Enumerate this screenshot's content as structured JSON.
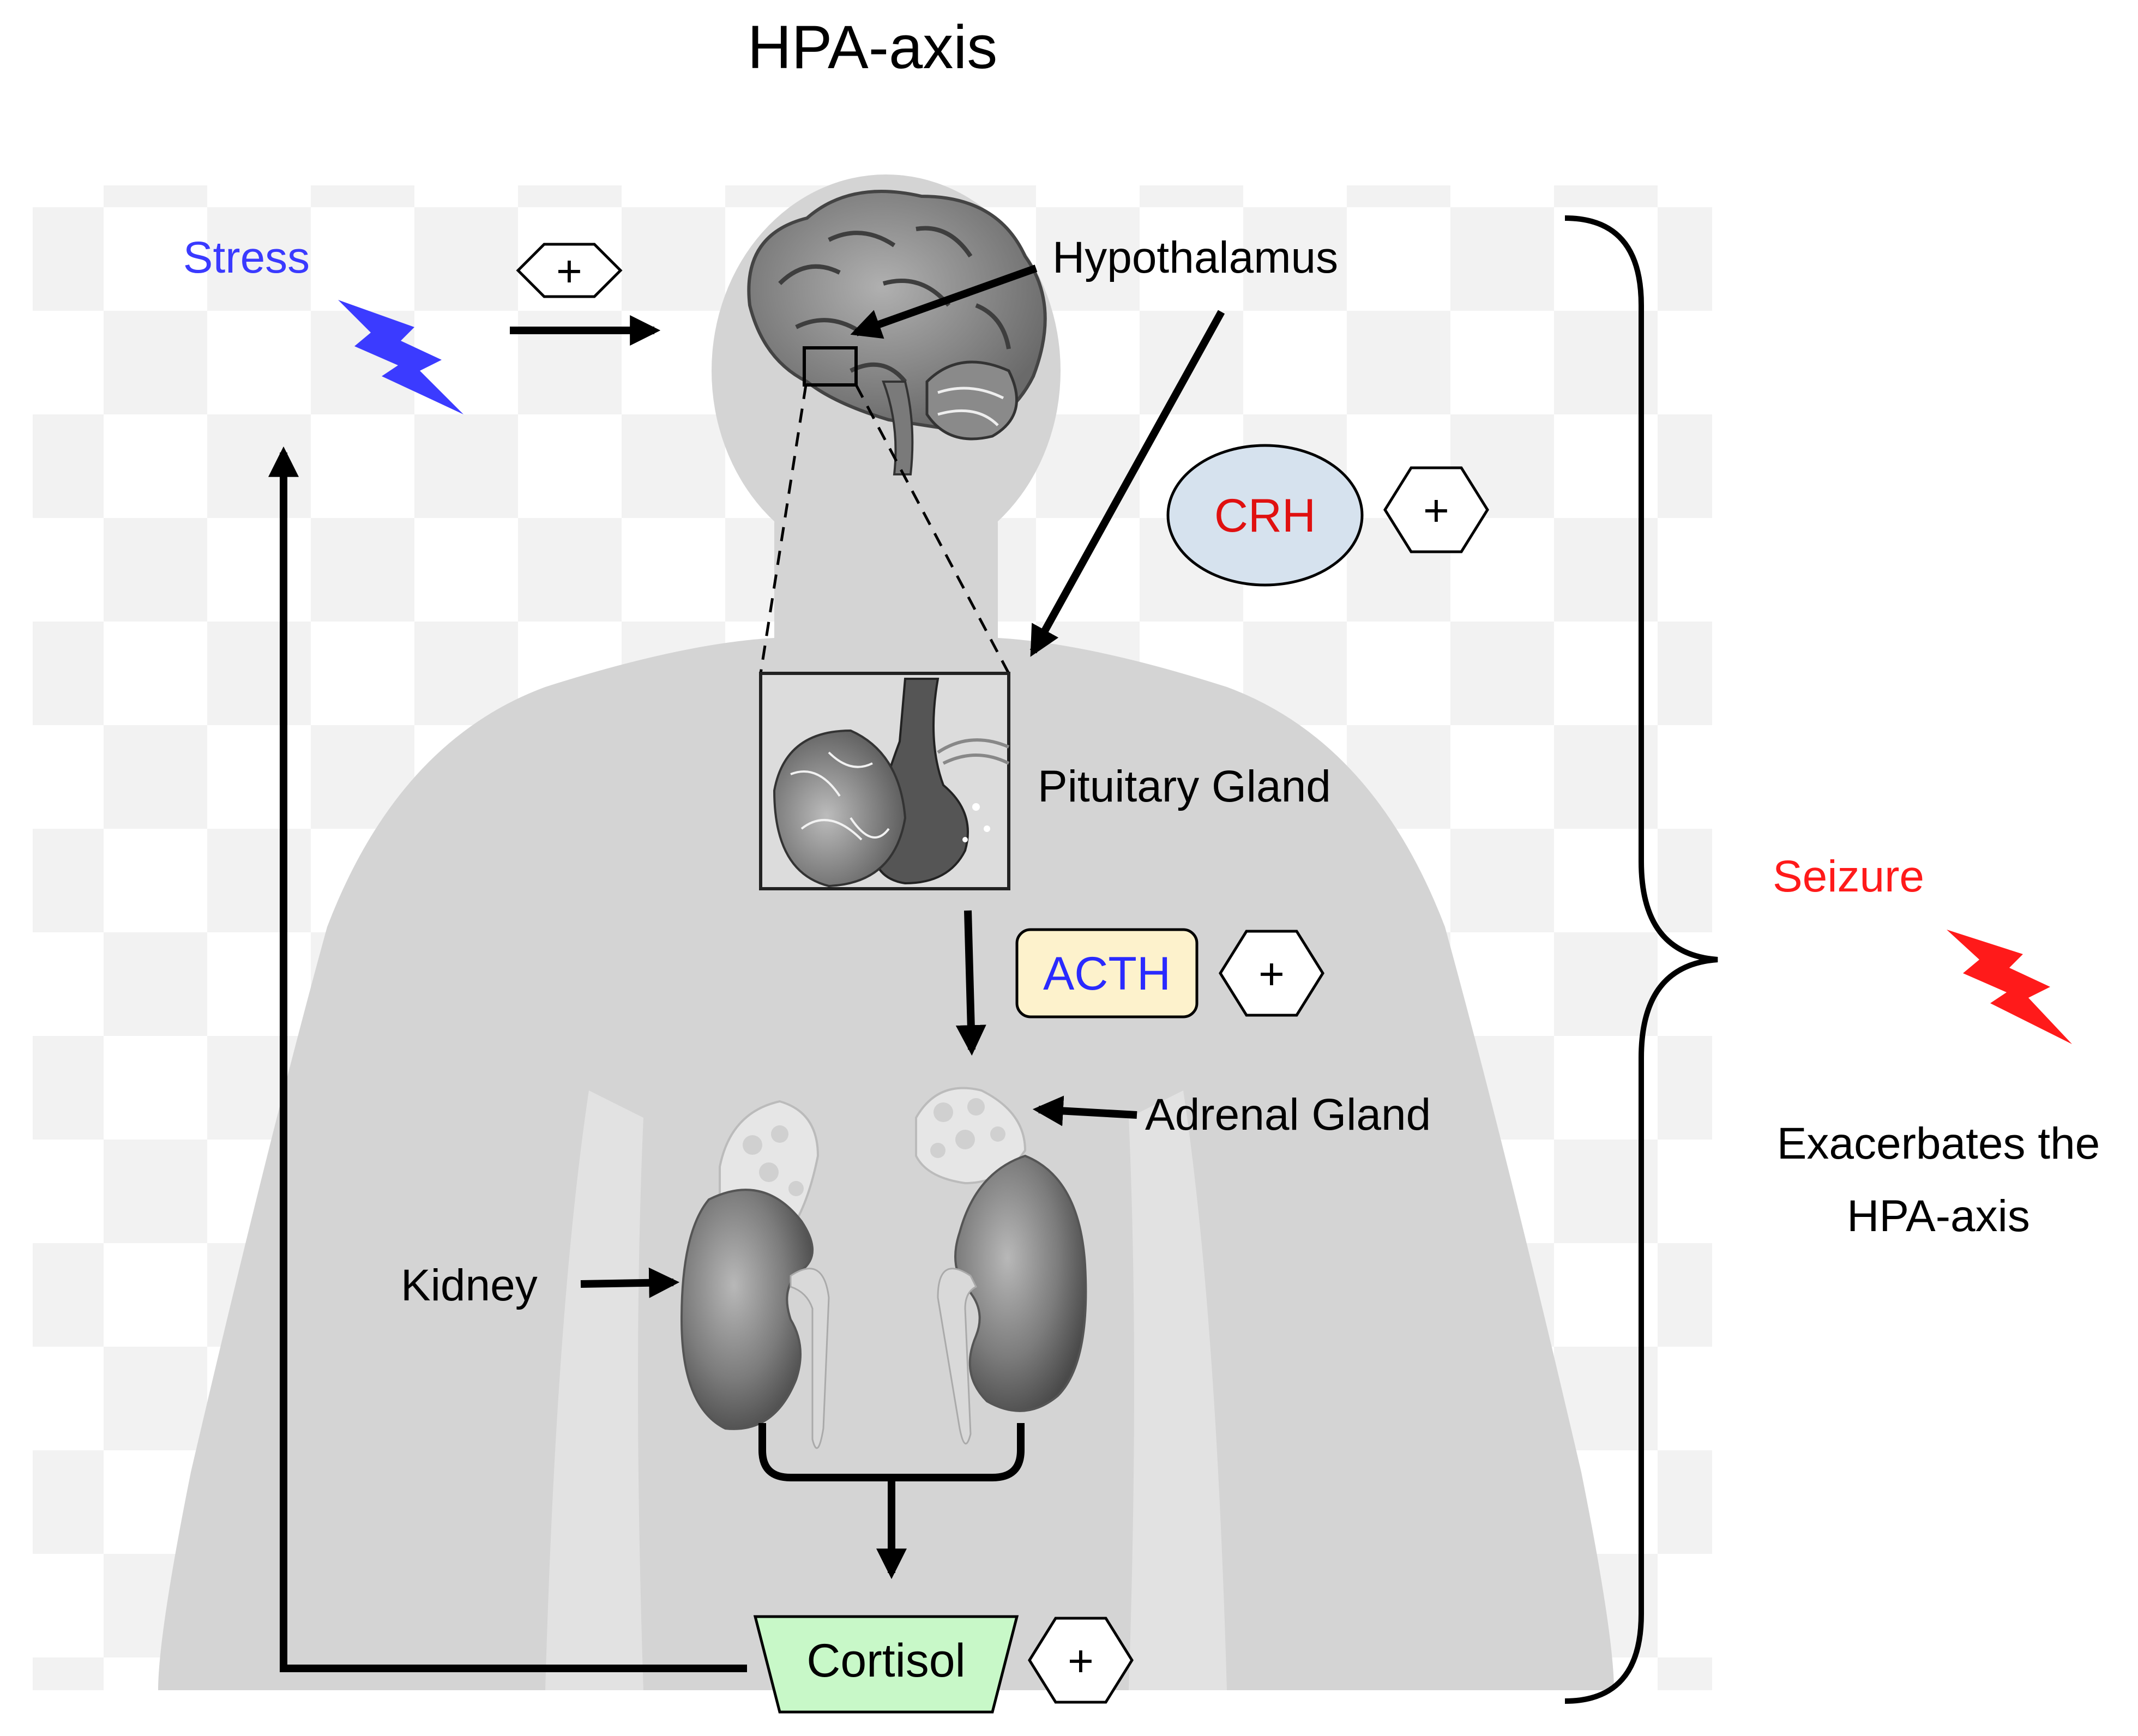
{
  "title": "HPA-axis",
  "labels": {
    "stress": "Stress",
    "hypothalamus": "Hypothalamus",
    "pituitary": "Pituitary Gland",
    "adrenal": "Adrenal Gland",
    "kidney": "Kidney",
    "seizure": "Seizure",
    "exacerbates_line1": "Exacerbates the",
    "exacerbates_line2": "HPA-axis"
  },
  "hormones": {
    "crh": "CRH",
    "acth": "ACTH",
    "cortisol": "Cortisol"
  },
  "plus_sign": "+",
  "colors": {
    "stress_text": "#3a3aff",
    "stress_bolt": "#3b3bff",
    "seizure_text": "#ff1a1a",
    "seizure_bolt": "#ff1a1a",
    "crh_text": "#e01010",
    "crh_fill": "#d6e2ee",
    "acth_text": "#2a2aff",
    "acth_fill": "#fdf2cc",
    "cortisol_fill": "#c8f8c8",
    "silhouette": "#d4d4d4",
    "checker": "#eeeeee"
  },
  "icons": {
    "brain": "brain-icon",
    "pituitary": "pituitary-gland-icon",
    "kidneys": "kidney-icon",
    "bolt": "lightning-bolt-icon"
  }
}
